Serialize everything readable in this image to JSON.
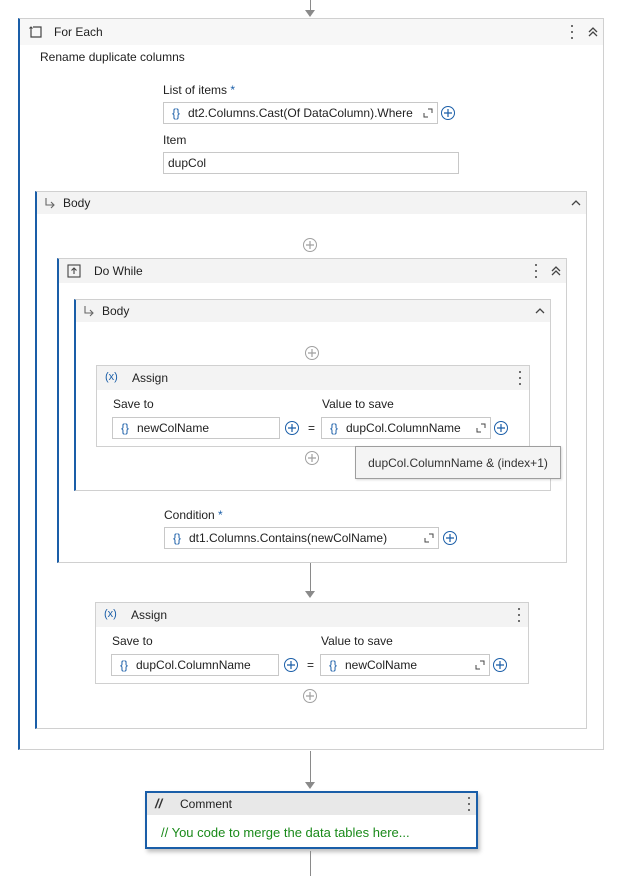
{
  "for_each": {
    "title": "For Each",
    "description": "Rename duplicate columns",
    "list_label": "List of items",
    "required_mark": "*",
    "list_value": "dt2.Columns.Cast(Of DataColumn).Where",
    "item_label": "Item",
    "item_value": "dupCol",
    "body_title": "Body"
  },
  "do_while": {
    "title": "Do While",
    "body_title": "Body",
    "assign": {
      "title": "Assign",
      "save_to_label": "Save to",
      "value_label": "Value to save",
      "save_to_value": "newColName",
      "value": "dupCol.ColumnName",
      "equals": "="
    },
    "tooltip": "dupCol.ColumnName & (index+1)",
    "condition_label": "Condition",
    "required_mark": "*",
    "condition_value": "dt1.Columns.Contains(newColName)"
  },
  "assign2": {
    "title": "Assign",
    "save_to_label": "Save to",
    "value_label": "Value to save",
    "save_to_value": "dupCol.ColumnName",
    "value": "newColName",
    "equals": "="
  },
  "comment": {
    "title": "Comment",
    "text": "// You code to merge the data tables here..."
  },
  "icons": {
    "brace": "{}",
    "assign_icon": "(x)",
    "comment_icon": "//"
  },
  "colors": {
    "accent": "#1a5ea8",
    "comment_text": "#1a8a1a"
  }
}
